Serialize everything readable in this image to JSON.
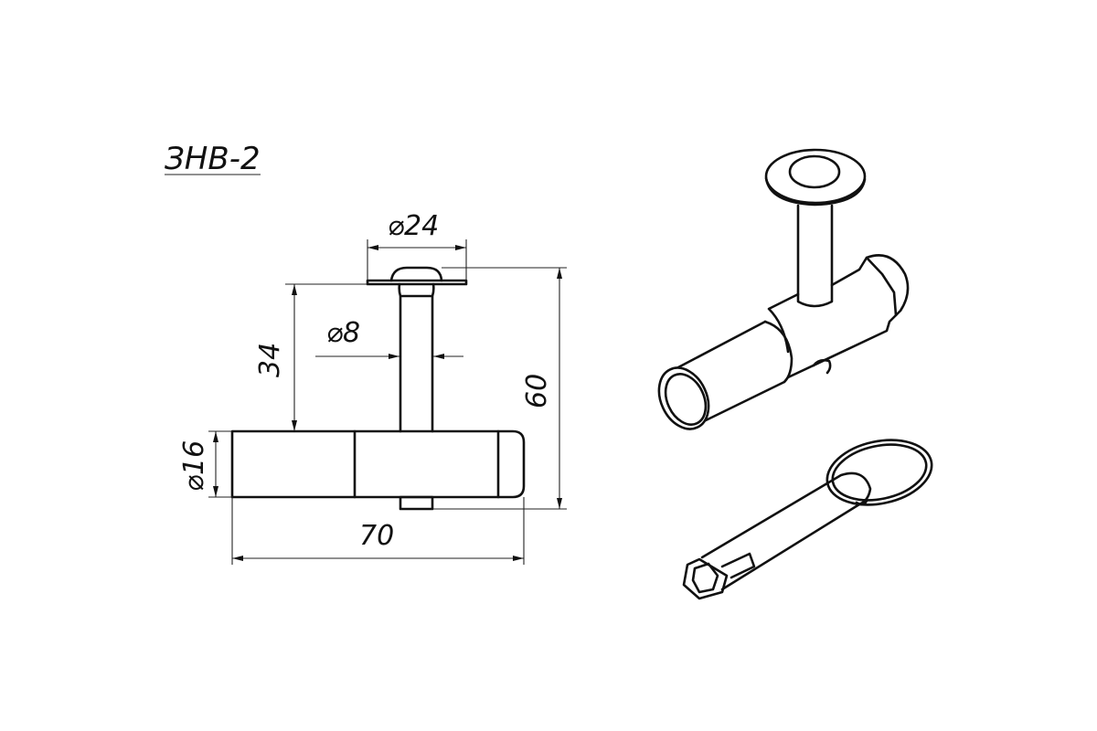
{
  "title": "ЗНВ-2",
  "dimensions": {
    "washer_diameter": "⌀24",
    "stem_diameter": "⌀8",
    "stem_length": "34",
    "total_height": "60",
    "body_diameter": "⌀16",
    "body_length": "70"
  },
  "colors": {
    "line": "#111111",
    "background": "#ffffff"
  }
}
